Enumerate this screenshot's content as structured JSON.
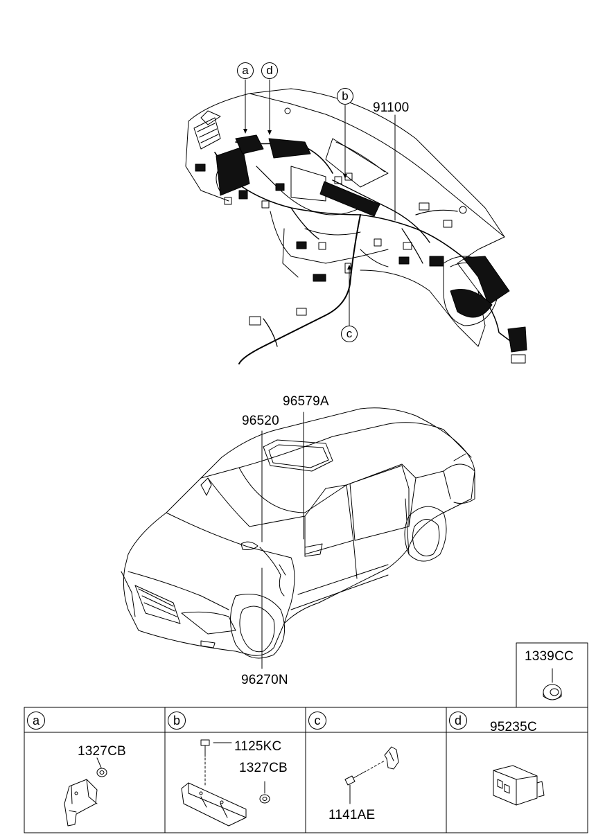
{
  "dashboard_callouts": {
    "a": "a",
    "d": "d",
    "b": "b",
    "c": "c",
    "main_part": "91100"
  },
  "car_callouts": {
    "antenna_cable": "96579A",
    "antenna_module": "96520",
    "bottom_part": "96270N"
  },
  "grommet_box": {
    "part": "1339CC"
  },
  "detail_table": {
    "cells": [
      {
        "letter": "a",
        "header_part": "",
        "parts": [
          "1327CB"
        ]
      },
      {
        "letter": "b",
        "header_part": "",
        "parts": [
          "1125KC",
          "1327CB"
        ]
      },
      {
        "letter": "c",
        "header_part": "",
        "parts": [
          "1141AE"
        ]
      },
      {
        "letter": "d",
        "header_part": "95235C",
        "parts": []
      }
    ]
  }
}
